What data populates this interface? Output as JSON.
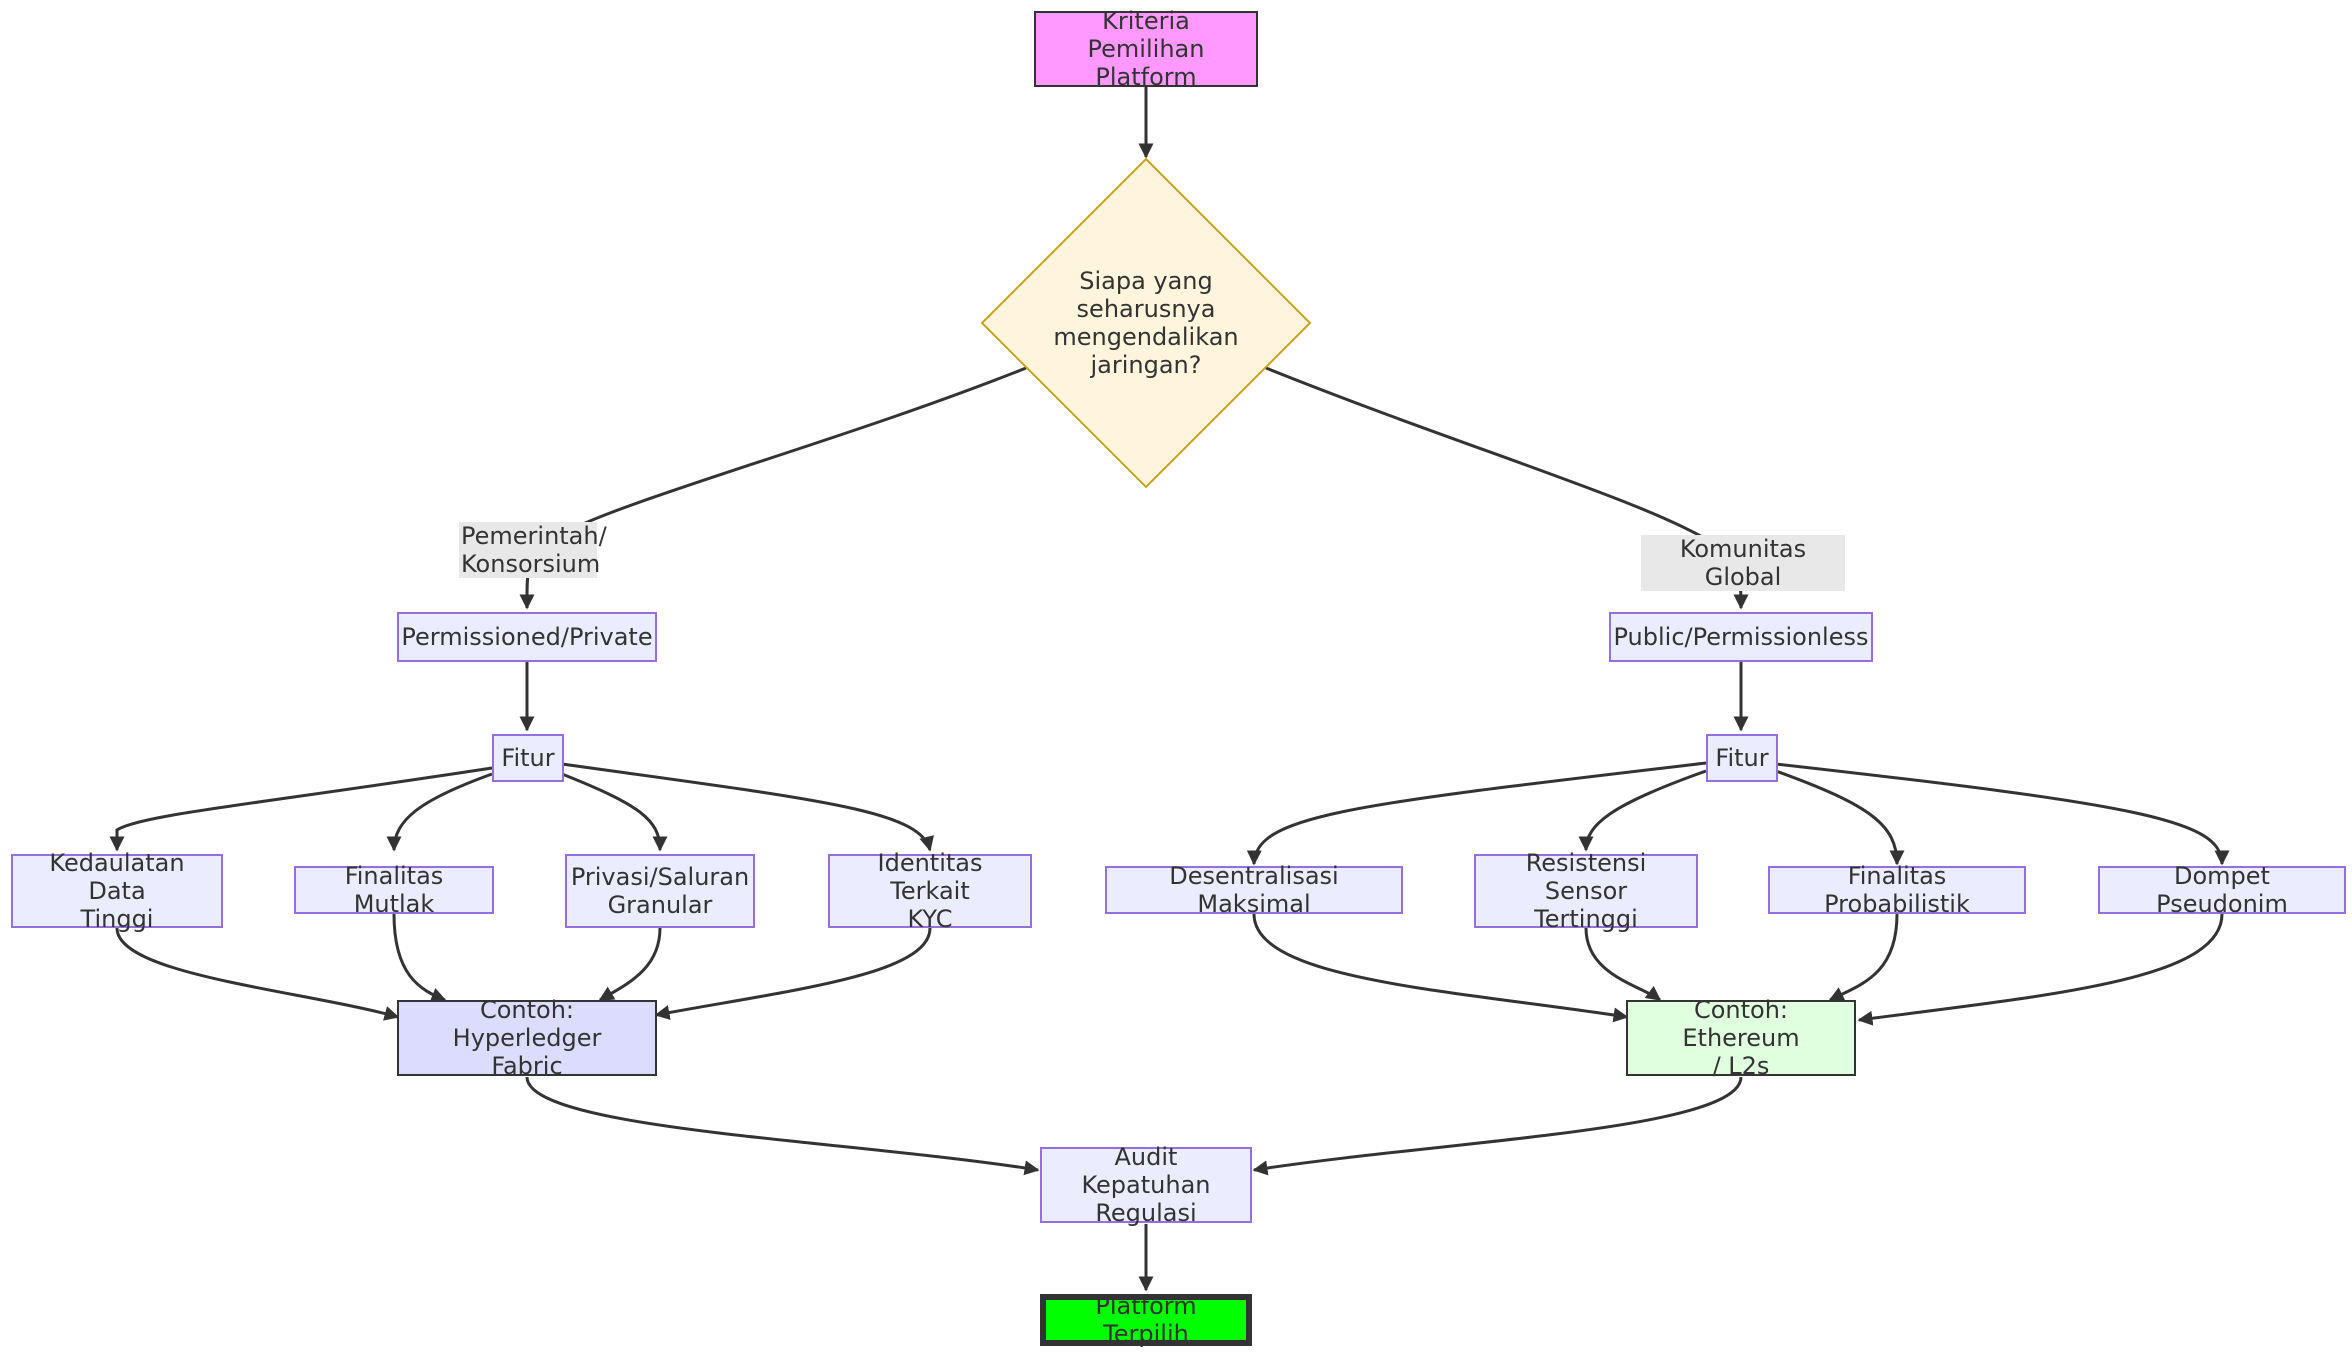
{
  "diagram": {
    "start": "Kriteria Pemilihan\nPlatform",
    "decision": "Siapa yang\nseharusnya\nmengendalikan\njaringan?",
    "edge_left": "Pemerintah/\nKonsorsium",
    "edge_right": "Komunitas Global",
    "left": {
      "type": "Permissioned/Private",
      "features_title": "Fitur",
      "features": [
        "Kedaulatan Data\nTinggi",
        "Finalitas Mutlak",
        "Privasi/Saluran\nGranular",
        "Identitas Terkait\nKYC"
      ],
      "example": "Contoh: Hyperledger\nFabric"
    },
    "right": {
      "type": "Public/Permissionless",
      "features_title": "Fitur",
      "features": [
        "Desentralisasi Maksimal",
        "Resistensi Sensor\nTertinggi",
        "Finalitas Probabilistik",
        "Dompet Pseudonim"
      ],
      "example": "Contoh: Ethereum\n/ L2s"
    },
    "audit": "Audit Kepatuhan\nRegulasi",
    "final": "Platform Terpilih"
  },
  "colors": {
    "node_fill": "#ECECFF",
    "node_border": "#9370DB",
    "start_fill": "#FF99FF",
    "decision_fill": "#FFF5DC",
    "decision_border": "#C9A21B",
    "hyperledger_fill": "#DCDCFF",
    "ethereum_fill": "#DFFFDF",
    "final_fill": "#00FF00",
    "edge": "#333333"
  }
}
